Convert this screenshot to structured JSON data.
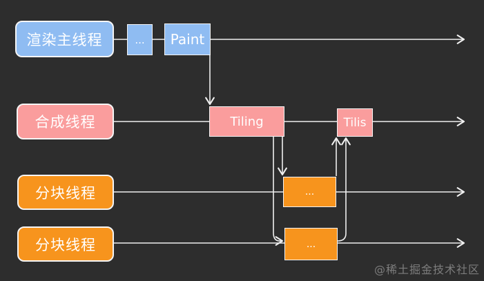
{
  "diagram": {
    "title_hint": "browser rendering threads timeline",
    "lanes": [
      {
        "id": "render-main-thread",
        "label": "渲染主线程",
        "color_key": "blue"
      },
      {
        "id": "compositor-thread",
        "label": "合成线程",
        "color_key": "pink"
      },
      {
        "id": "tile-thread-1",
        "label": "分块线程",
        "color_key": "orange"
      },
      {
        "id": "tile-thread-2",
        "label": "分块线程",
        "color_key": "orange"
      }
    ],
    "tasks": [
      {
        "id": "main-ellipsis",
        "label": "...",
        "lane": "render-main-thread",
        "color_key": "blue"
      },
      {
        "id": "paint",
        "label": "Paint",
        "lane": "render-main-thread",
        "color_key": "blue"
      },
      {
        "id": "tiling",
        "label": "Tiling",
        "lane": "compositor-thread",
        "color_key": "pink"
      },
      {
        "id": "tilis",
        "label": "Tilis",
        "lane": "compositor-thread",
        "color_key": "pink"
      },
      {
        "id": "tile1-ellipsis",
        "label": "...",
        "lane": "tile-thread-1",
        "color_key": "orange"
      },
      {
        "id": "tile2-ellipsis",
        "label": "...",
        "lane": "tile-thread-2",
        "color_key": "orange"
      }
    ],
    "connections": [
      "paint → tiling",
      "tiling → tile1-ellipsis",
      "tiling → tile2-ellipsis",
      "tile1-ellipsis → tilis",
      "tile2-ellipsis → tilis"
    ]
  },
  "watermark": "@稀土掘金技术社区",
  "colors": {
    "bg": "#2d2d2d",
    "line": "#f0f0f0",
    "blue": "#8fbcf2",
    "pink": "#fa9d9d",
    "orange": "#f7941d",
    "watermark": "#7d7d7d"
  }
}
